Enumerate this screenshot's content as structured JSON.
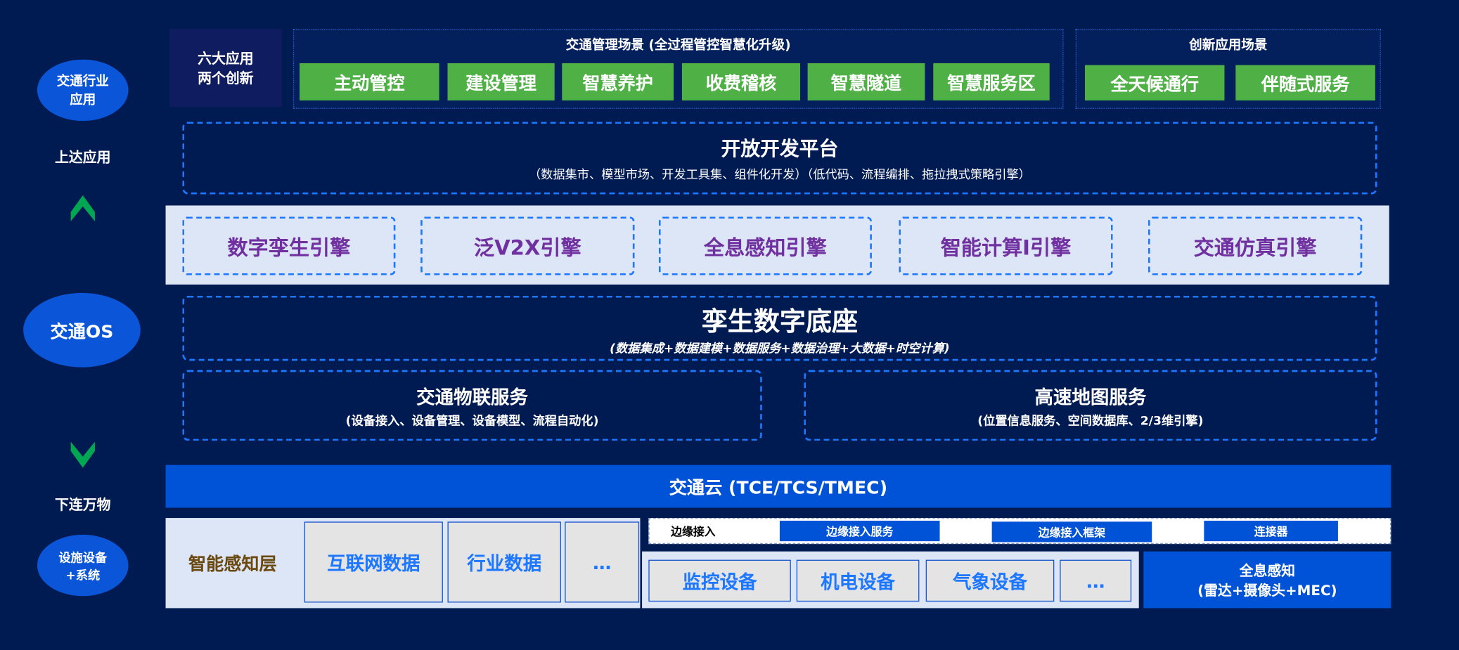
{
  "side": {
    "top_circle": "交通行业应用",
    "up_label": "上达应用",
    "os_circle": "交通OS",
    "down_label": "下连万物",
    "bottom_circle": "设施设备+系统"
  },
  "apps": {
    "intro_line1": "六大应用",
    "intro_line2": "两个创新",
    "mgmt_title": "交通管理场景 (全过程管控智慧化升级)",
    "mgmt_items": [
      "主动管控",
      "建设管理",
      "智慧养护",
      "收费稽核",
      "智慧隧道",
      "智慧服务区"
    ],
    "innov_title": "创新应用场景",
    "innov_items": [
      "全天候通行",
      "伴随式服务"
    ]
  },
  "platform": {
    "title": "开放开发平台",
    "subtitle": "（数据集市、模型市场、开发工具集、组件化开发）（低代码、流程编排、拖拉拽式策略引擎）"
  },
  "engines": [
    "数字孪生引擎",
    "泛V2X引擎",
    "全息感知引擎",
    "智能计算I引擎",
    "交通仿真引擎"
  ],
  "twin": {
    "title": "孪生数字底座",
    "subtitle": "(数据集成+数据建模+数据服务+数据治理+大数据+时空计算)"
  },
  "iot": {
    "title": "交通物联服务",
    "subtitle": "(设备接入、设备管理、设备模型、流程自动化)"
  },
  "map": {
    "title": "高速地图服务",
    "subtitle": "(位置信息服务、空间数据库、2/3维引擎)"
  },
  "cloud": "交通云 (TCE/TCS/TMEC)",
  "perception": {
    "label": "智能感知层",
    "data_items": [
      "互联网数据",
      "行业数据",
      "…"
    ]
  },
  "edge": {
    "label": "边缘接入",
    "items": [
      "边缘接入服务",
      "边缘接入框架",
      "连接器"
    ]
  },
  "devices": [
    "监控设备",
    "机电设备",
    "气象设备",
    "…"
  ],
  "holo": {
    "line1": "全息感知",
    "line2": "(雷达+摄像头+MEC)"
  },
  "colors": {
    "background": "#001a52",
    "green": "#4fb046",
    "blue": "#0052d6",
    "purple": "#7030a0",
    "light": "#dde6f7"
  }
}
